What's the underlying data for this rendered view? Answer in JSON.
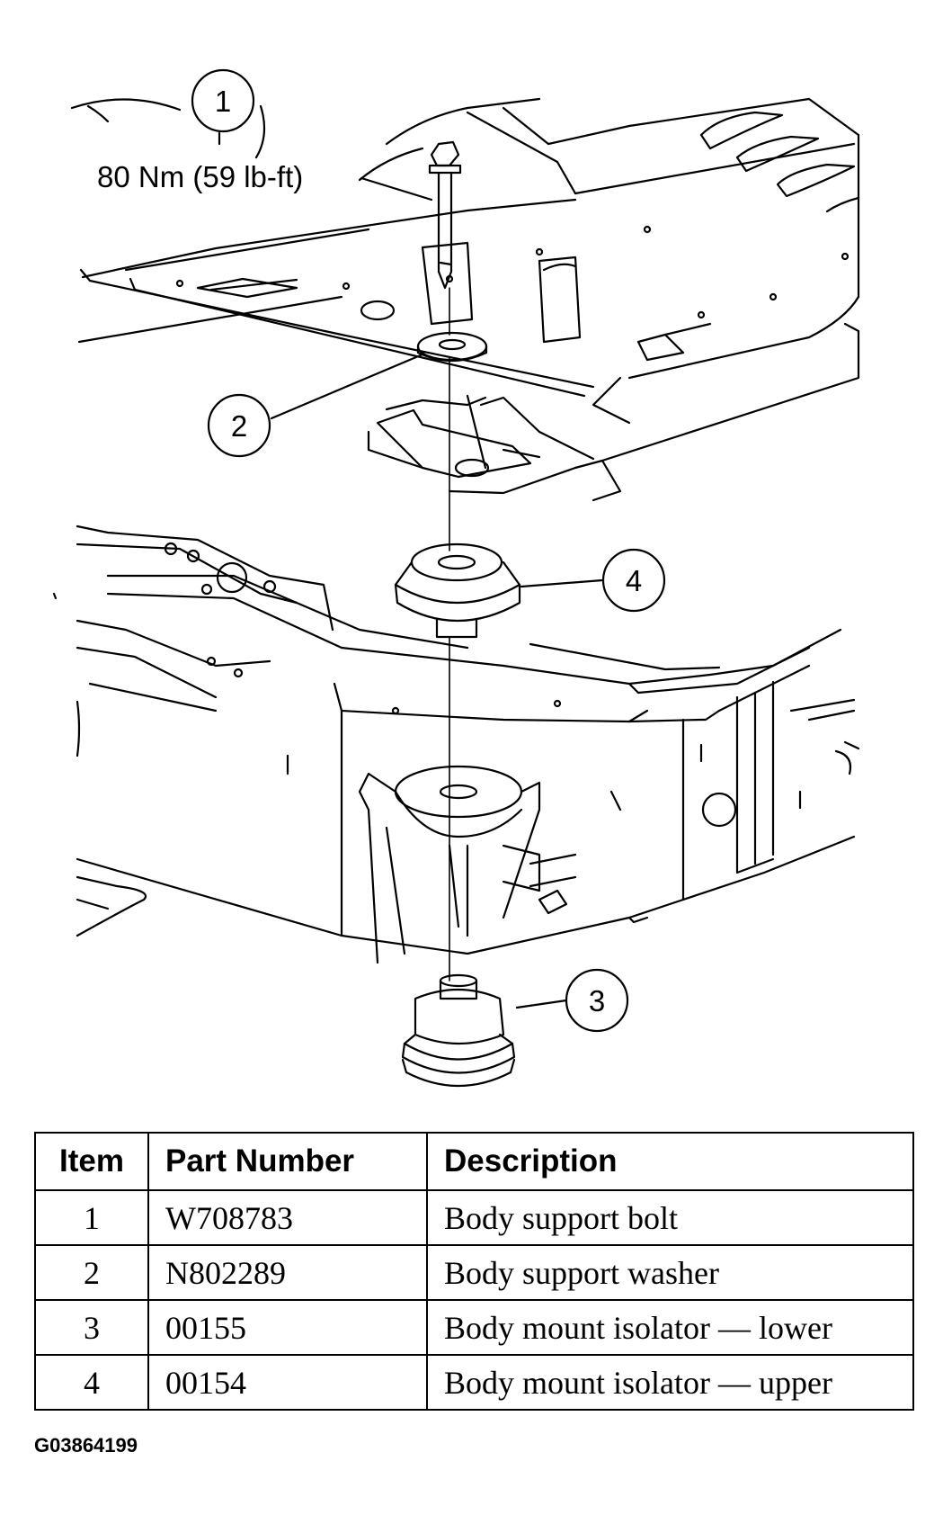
{
  "callouts": {
    "item1": "1",
    "item2": "2",
    "item3": "3",
    "item4": "4",
    "torque": "80 Nm (59 lb-ft)"
  },
  "table": {
    "headers": [
      "Item",
      "Part Number",
      "Description"
    ],
    "rows": [
      {
        "item": "1",
        "part": "W708783",
        "desc": "Body support bolt"
      },
      {
        "item": "2",
        "part": "N802289",
        "desc": "Body support washer"
      },
      {
        "item": "3",
        "part": "00155",
        "desc": "Body mount isolator — lower"
      },
      {
        "item": "4",
        "part": "00154",
        "desc": "Body mount isolator — upper"
      }
    ]
  },
  "figure_id": "G03864199"
}
